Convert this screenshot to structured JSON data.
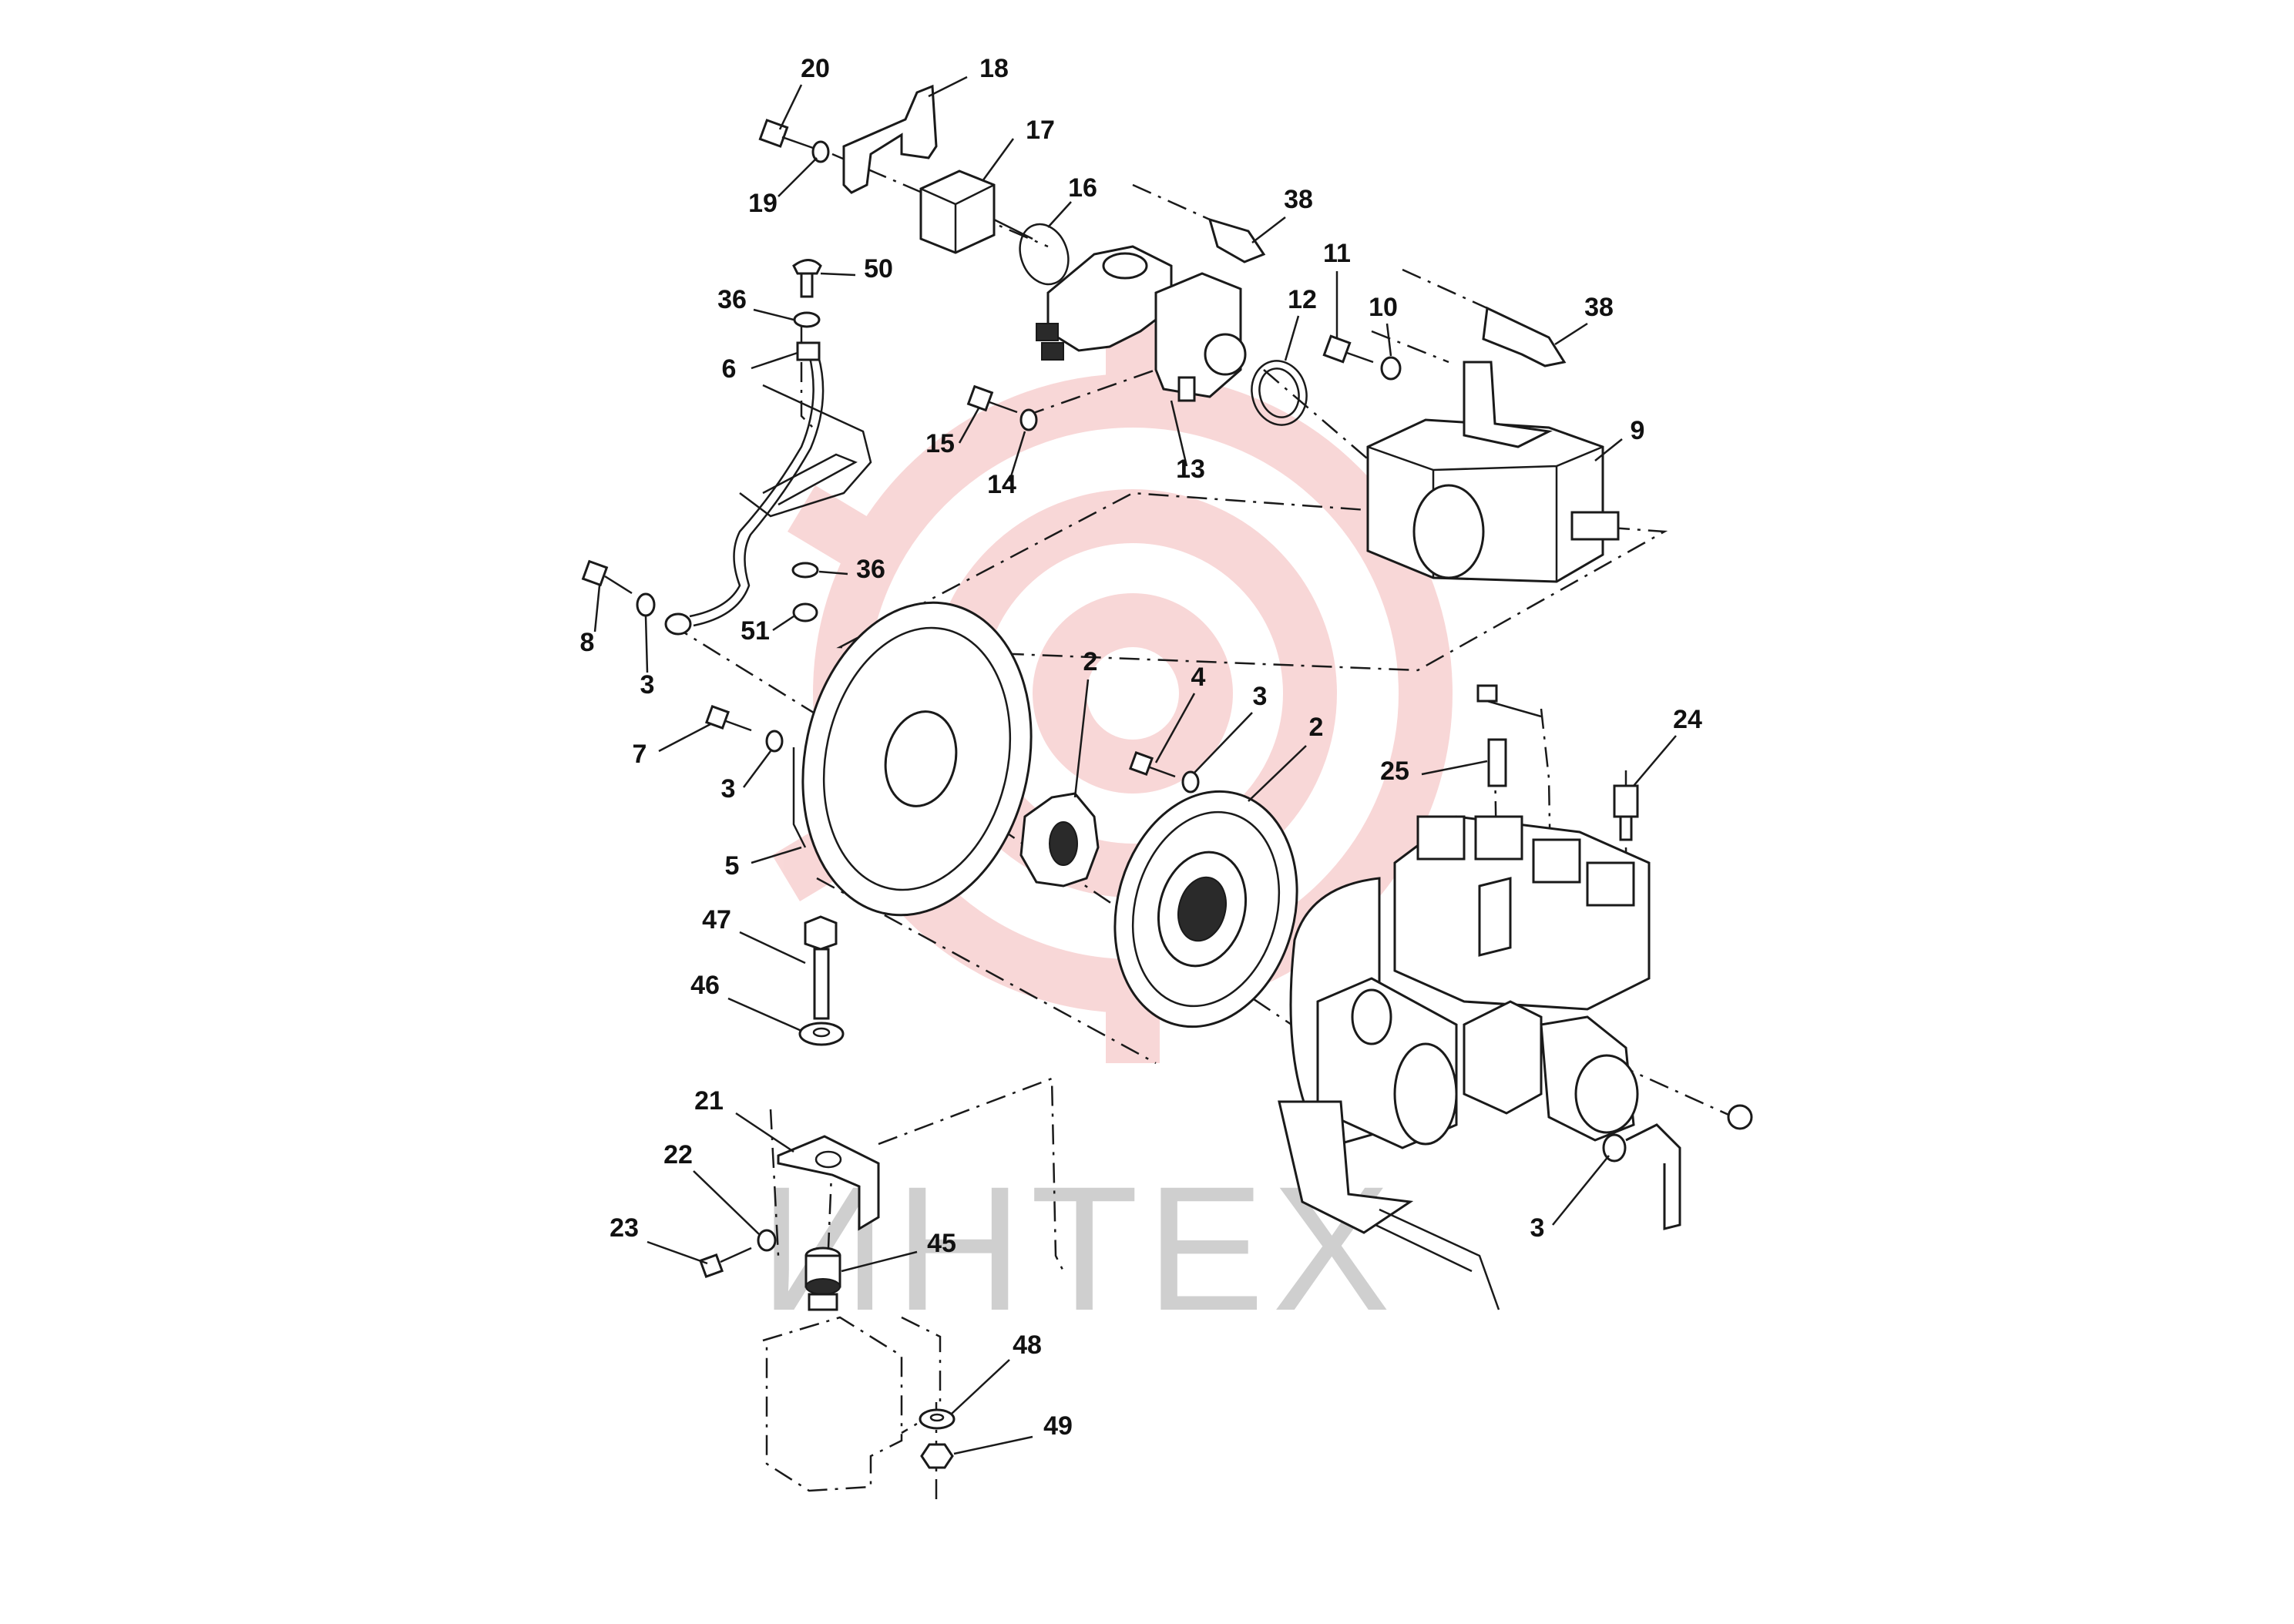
{
  "watermark": {
    "text": "ИНТЕХ",
    "text_color": "#cfcfcf",
    "logo_color": "#f4b8b8"
  },
  "callouts": [
    {
      "id": "c20a",
      "label": "20"
    },
    {
      "id": "c18",
      "label": "18"
    },
    {
      "id": "c17",
      "label": "17"
    },
    {
      "id": "c19",
      "label": "19"
    },
    {
      "id": "c16",
      "label": "16"
    },
    {
      "id": "c38a",
      "label": "38"
    },
    {
      "id": "c50",
      "label": "50"
    },
    {
      "id": "c36a",
      "label": "36"
    },
    {
      "id": "c6",
      "label": "6"
    },
    {
      "id": "c11",
      "label": "11"
    },
    {
      "id": "c10",
      "label": "10"
    },
    {
      "id": "c12",
      "label": "12"
    },
    {
      "id": "c38b",
      "label": "38"
    },
    {
      "id": "c9",
      "label": "9"
    },
    {
      "id": "c15",
      "label": "15"
    },
    {
      "id": "c14",
      "label": "14"
    },
    {
      "id": "c13",
      "label": "13"
    },
    {
      "id": "c36b",
      "label": "36"
    },
    {
      "id": "c51",
      "label": "51"
    },
    {
      "id": "c8",
      "label": "8"
    },
    {
      "id": "c3a",
      "label": "3"
    },
    {
      "id": "c2a",
      "label": "2"
    },
    {
      "id": "c4",
      "label": "4"
    },
    {
      "id": "c3b",
      "label": "3"
    },
    {
      "id": "c2b",
      "label": "2"
    },
    {
      "id": "c24",
      "label": "24"
    },
    {
      "id": "c7",
      "label": "7"
    },
    {
      "id": "c25",
      "label": "25"
    },
    {
      "id": "c3c",
      "label": "3"
    },
    {
      "id": "c5",
      "label": "5"
    },
    {
      "id": "c47",
      "label": "47"
    },
    {
      "id": "c46",
      "label": "46"
    },
    {
      "id": "c21",
      "label": "21"
    },
    {
      "id": "c22",
      "label": "22"
    },
    {
      "id": "c23",
      "label": "23"
    },
    {
      "id": "c45",
      "label": "45"
    },
    {
      "id": "c3d",
      "label": "3"
    },
    {
      "id": "c48",
      "label": "48"
    },
    {
      "id": "c49",
      "label": "49"
    }
  ]
}
